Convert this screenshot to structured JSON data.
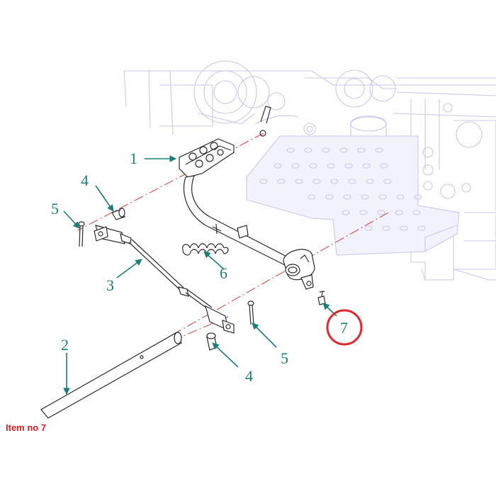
{
  "callouts": {
    "c1": "1",
    "c2": "2",
    "c3": "3",
    "c4a": "4",
    "c4b": "4",
    "c5a": "5",
    "c5b": "5",
    "c6": "6",
    "c7": "7"
  },
  "caption": "Item no 7",
  "colors": {
    "callout": "#1a7f7a",
    "highlight_ring": "#e4262c",
    "caption": "#e41b1b",
    "background_machine": "#c9c8ee",
    "center_lines": "#e23b3b"
  }
}
